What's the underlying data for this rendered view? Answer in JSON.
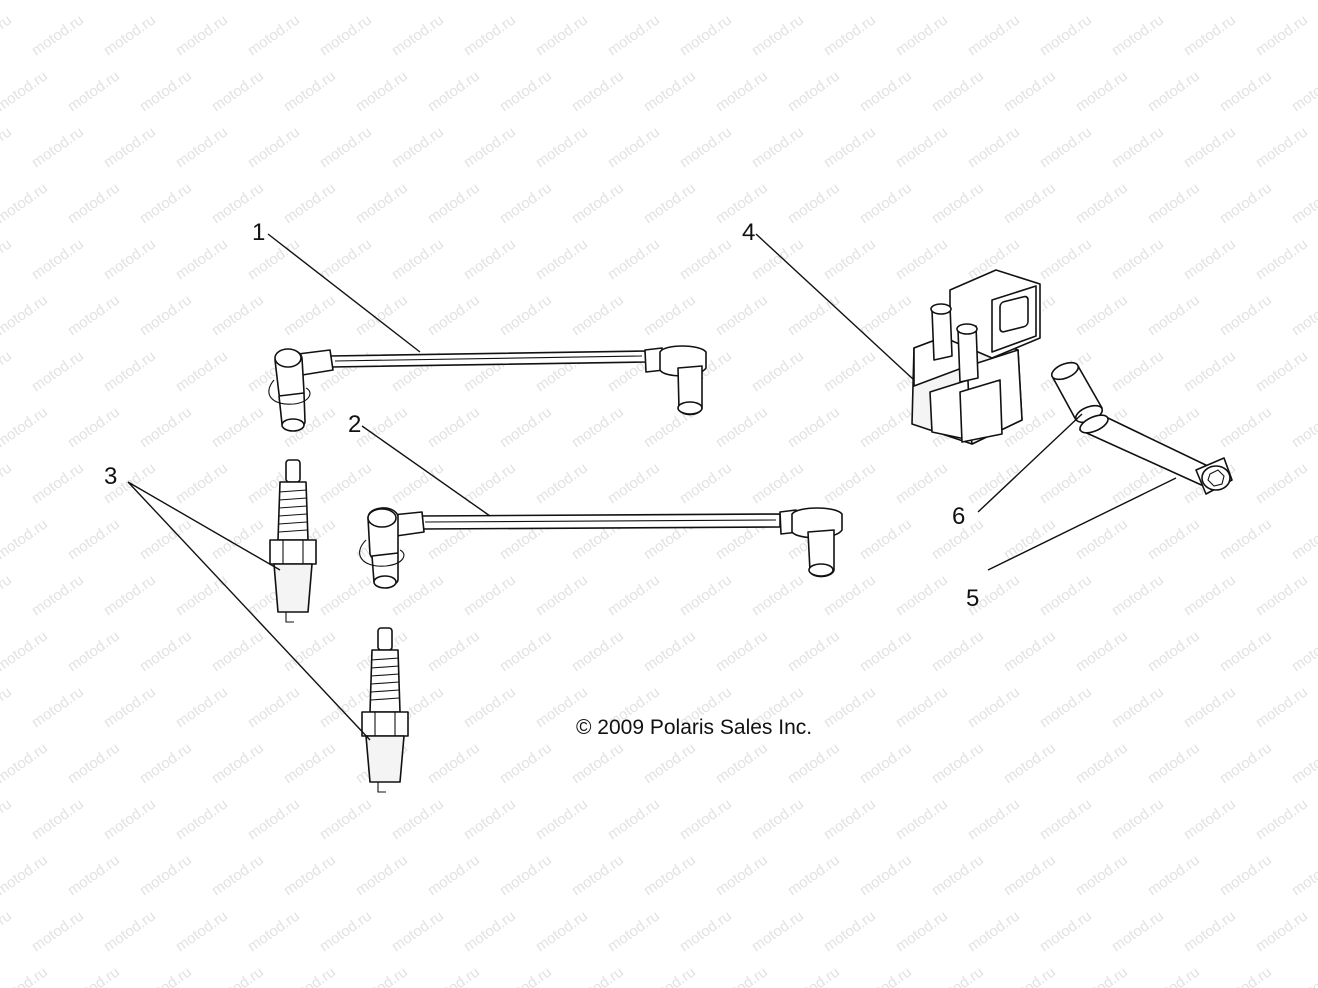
{
  "diagram": {
    "watermark": "motod.ru",
    "copyright": "© 2009 Polaris Sales Inc.",
    "callouts": [
      {
        "id": "1",
        "label": "1"
      },
      {
        "id": "2",
        "label": "2"
      },
      {
        "id": "3",
        "label": "3"
      },
      {
        "id": "4",
        "label": "4"
      },
      {
        "id": "5",
        "label": "5"
      },
      {
        "id": "6",
        "label": "6"
      }
    ],
    "parts": [
      {
        "callout": "1",
        "name": "spark-plug-wire-upper"
      },
      {
        "callout": "2",
        "name": "spark-plug-wire-lower"
      },
      {
        "callout": "3",
        "name": "spark-plug"
      },
      {
        "callout": "4",
        "name": "ignition-coil"
      },
      {
        "callout": "5",
        "name": "bolt"
      },
      {
        "callout": "6",
        "name": "spacer"
      }
    ]
  }
}
